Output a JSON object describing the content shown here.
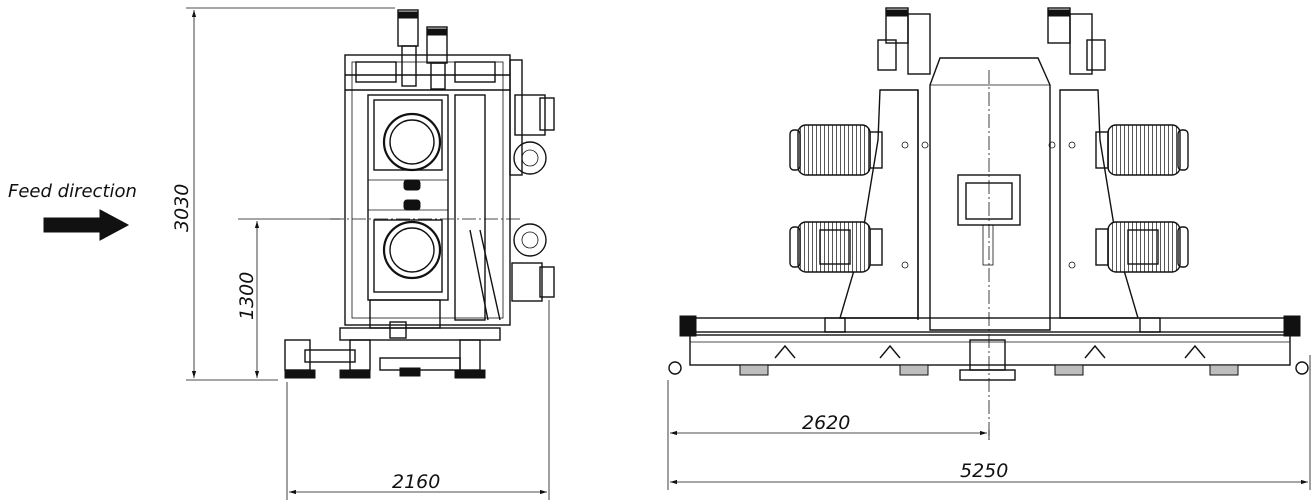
{
  "feed": {
    "label": "Feed direction"
  },
  "dimensions": {
    "total_height": "3030",
    "axis_height": "1300",
    "side_depth": "2160",
    "half_width": "2620",
    "total_width": "5250"
  }
}
